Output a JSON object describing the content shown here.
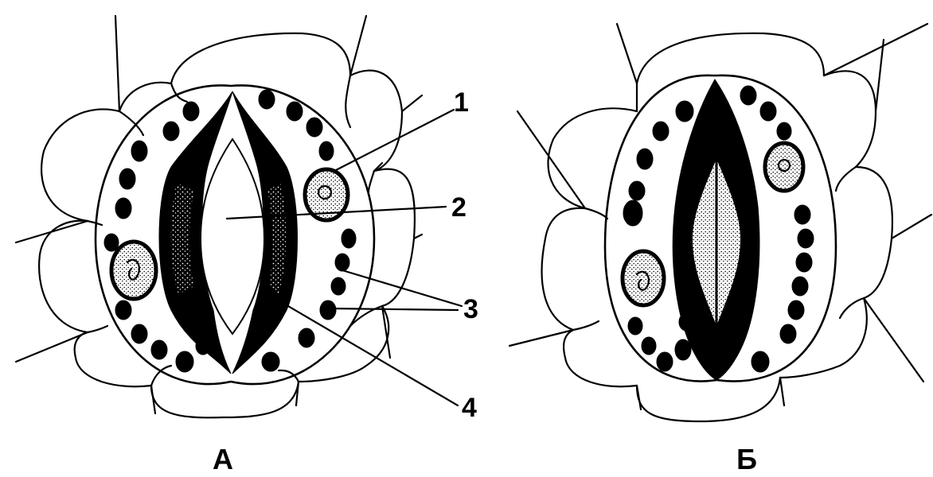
{
  "figure": {
    "panels": [
      {
        "caption": "А",
        "state": "open"
      },
      {
        "caption": "Б",
        "state": "closed"
      }
    ],
    "callouts": [
      "1",
      "2",
      "3",
      "4"
    ]
  }
}
